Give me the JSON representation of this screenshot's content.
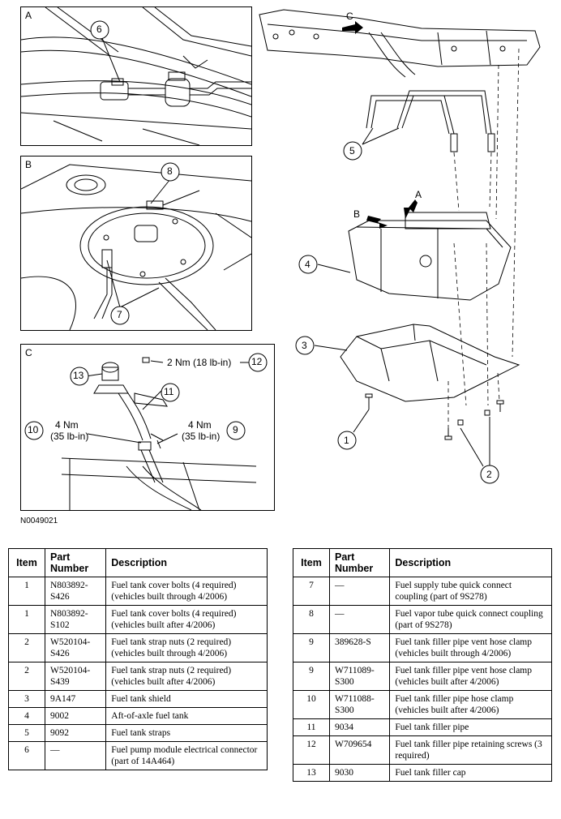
{
  "panels": {
    "a": {
      "letter": "A",
      "callouts": [
        "6"
      ]
    },
    "b": {
      "letter": "B",
      "callouts": [
        "8",
        "7"
      ]
    },
    "c": {
      "letter": "C",
      "callouts": [
        "13",
        "12",
        "11",
        "10",
        "9"
      ],
      "torque_12": "2 Nm (18 lb-in)",
      "torque_10_line1": "4 Nm",
      "torque_10_line2": "(35 lb-in)",
      "torque_9_line1": "4 Nm",
      "torque_9_line2": "(35 lb-in)"
    }
  },
  "main_view": {
    "view_arrows": {
      "a": "A",
      "b": "B",
      "c": "C"
    },
    "callouts": {
      "c1": "1",
      "c2": "2",
      "c3": "3",
      "c4": "4",
      "c5": "5"
    }
  },
  "drawing_id": "N0049021",
  "table_headers": {
    "item": "Item",
    "part_number": "Part Number",
    "description": "Description"
  },
  "left_table": [
    {
      "item": "1",
      "part": "N803892-S426",
      "desc": "Fuel tank cover bolts (4 required) (vehicles built through 4/2006)"
    },
    {
      "item": "1",
      "part": "N803892-S102",
      "desc": "Fuel tank cover bolts (4 required) (vehicles built after 4/2006)"
    },
    {
      "item": "2",
      "part": "W520104-S426",
      "desc": "Fuel tank strap nuts (2 required) (vehicles built through 4/2006)"
    },
    {
      "item": "2",
      "part": "W520104-S439",
      "desc": "Fuel tank strap nuts (2 required) (vehicles built after 4/2006)"
    },
    {
      "item": "3",
      "part": "9A147",
      "desc": "Fuel tank shield"
    },
    {
      "item": "4",
      "part": "9002",
      "desc": "Aft-of-axle fuel tank"
    },
    {
      "item": "5",
      "part": "9092",
      "desc": "Fuel tank straps"
    },
    {
      "item": "6",
      "part": "—",
      "desc": "Fuel pump module electrical connector (part of 14A464)"
    }
  ],
  "right_table": [
    {
      "item": "7",
      "part": "—",
      "desc": "Fuel supply tube quick connect coupling (part of 9S278)"
    },
    {
      "item": "8",
      "part": "—",
      "desc": "Fuel vapor tube quick connect coupling (part of 9S278)"
    },
    {
      "item": "9",
      "part": "389628-S",
      "desc": "Fuel tank filler pipe vent hose clamp (vehicles built through 4/2006)"
    },
    {
      "item": "9",
      "part": "W711089-S300",
      "desc": "Fuel tank filler pipe vent hose clamp (vehicles built after 4/2006)"
    },
    {
      "item": "10",
      "part": "W711088-S300",
      "desc": "Fuel tank filler pipe hose clamp (vehicles built after 4/2006)"
    },
    {
      "item": "11",
      "part": "9034",
      "desc": "Fuel tank filler pipe"
    },
    {
      "item": "12",
      "part": "W709654",
      "desc": "Fuel tank filler pipe retaining screws (3 required)"
    },
    {
      "item": "13",
      "part": "9030",
      "desc": "Fuel tank filler cap"
    }
  ]
}
